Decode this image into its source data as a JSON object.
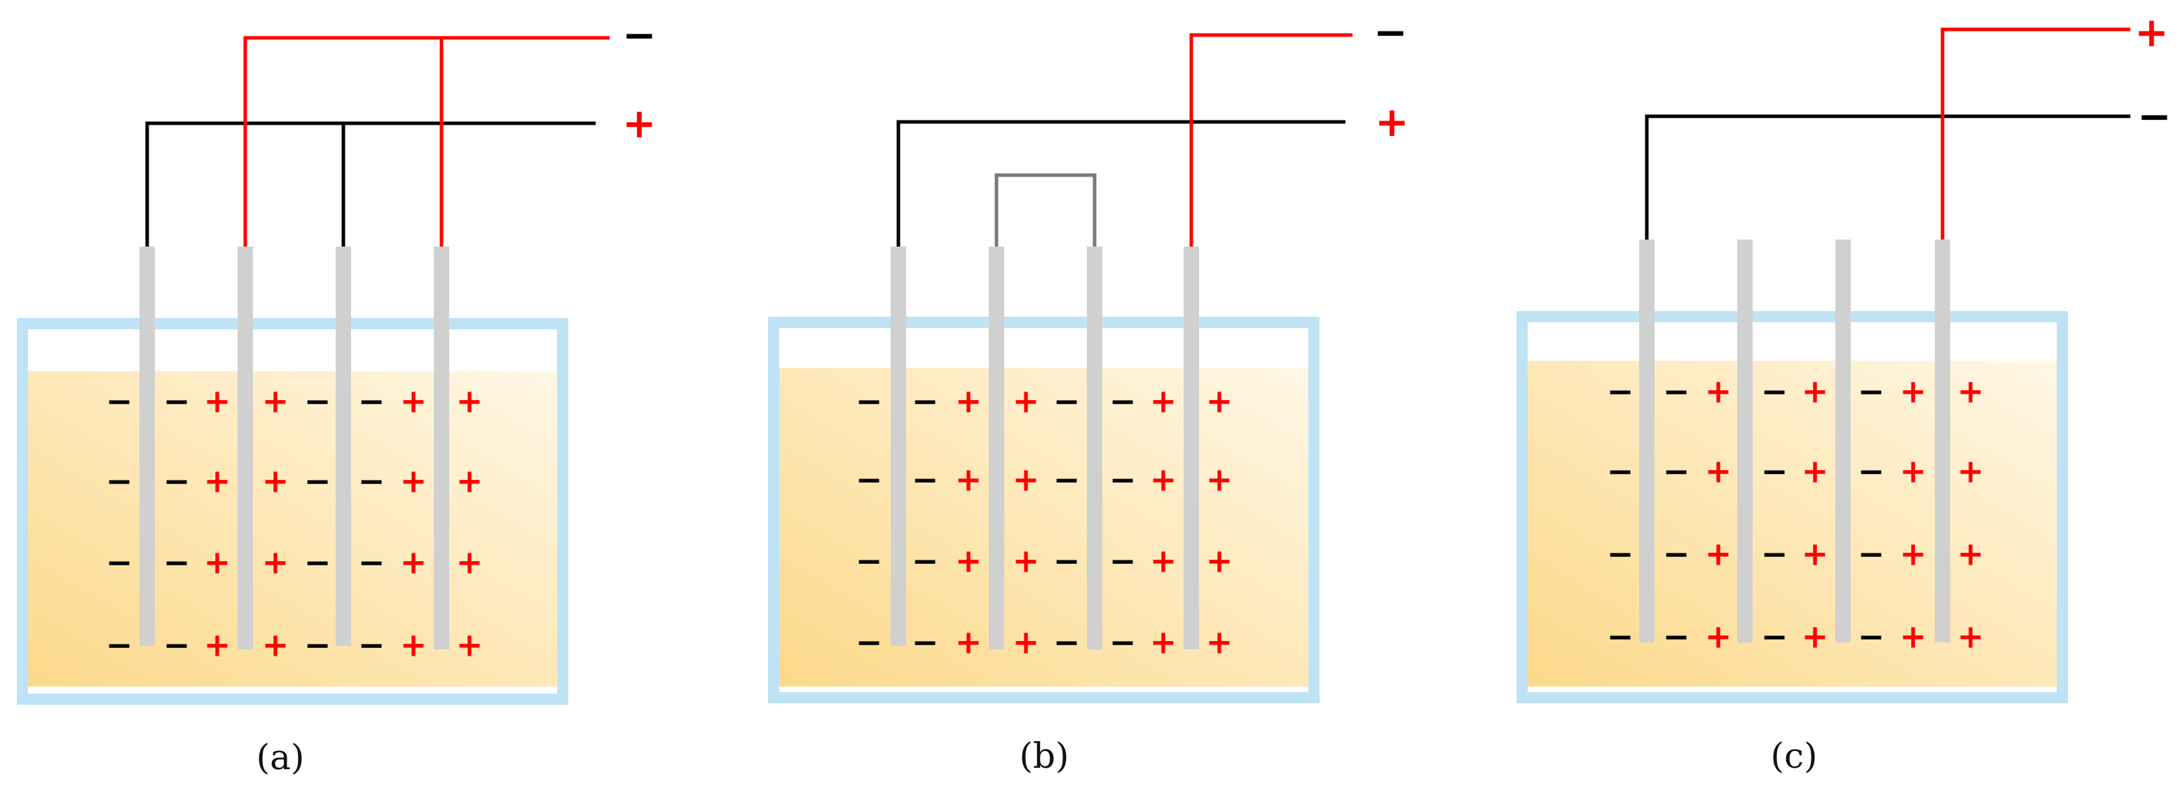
{
  "colors": {
    "positive": "#ff0000",
    "negative": "#000000",
    "tank_border": "#bfe3f4",
    "electrolyte_bottom": "#fcd98a",
    "electrolyte_top": "#fff7e6",
    "electrode": "#d0d0d0",
    "bridge": "#7a7a7a"
  },
  "panels": [
    {
      "caption": "(a)",
      "top_terminal": "−",
      "bottom_terminal": "+",
      "rows": [
        [
          "−",
          "−",
          "+",
          "+",
          "−",
          "−",
          "+",
          "+"
        ],
        [
          "−",
          "−",
          "+",
          "+",
          "−",
          "−",
          "+",
          "+"
        ],
        [
          "−",
          "−",
          "+",
          "+",
          "−",
          "−",
          "+",
          "+"
        ],
        [
          "−",
          "−",
          "+",
          "+",
          "−",
          "−",
          "+",
          "+"
        ]
      ]
    },
    {
      "caption": "(b)",
      "top_terminal": "−",
      "bottom_terminal": "+",
      "rows": [
        [
          "−",
          "−",
          "+",
          "+",
          "−",
          "−",
          "+",
          "+"
        ],
        [
          "−",
          "−",
          "+",
          "+",
          "−",
          "−",
          "+",
          "+"
        ],
        [
          "−",
          "−",
          "+",
          "+",
          "−",
          "−",
          "+",
          "+"
        ],
        [
          "−",
          "−",
          "+",
          "+",
          "−",
          "−",
          "+",
          "+"
        ]
      ]
    },
    {
      "caption": "(c)",
      "top_terminal": "+",
      "bottom_terminal": "−",
      "rows": [
        [
          "−",
          "−",
          "+",
          "−",
          "+",
          "−",
          "+",
          "+"
        ],
        [
          "−",
          "−",
          "+",
          "−",
          "+",
          "−",
          "+",
          "+"
        ],
        [
          "−",
          "−",
          "+",
          "−",
          "+",
          "−",
          "+",
          "+"
        ],
        [
          "−",
          "−",
          "+",
          "−",
          "+",
          "−",
          "+",
          "+"
        ]
      ]
    }
  ]
}
